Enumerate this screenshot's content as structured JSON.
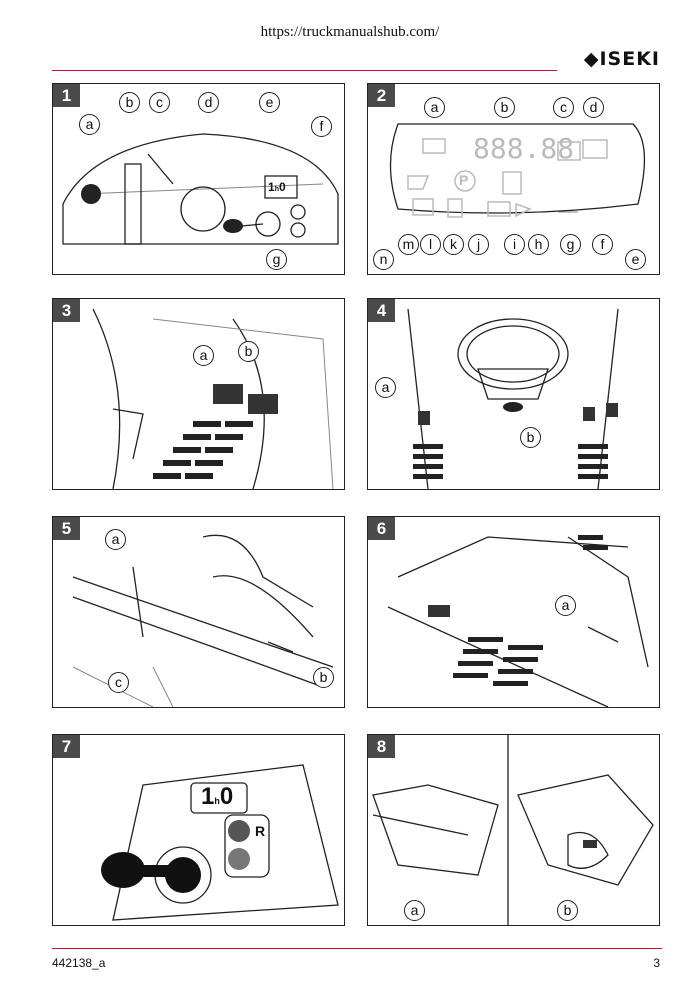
{
  "header": {
    "url": "https://truckmanualshub.com/",
    "brand": "ISEKI"
  },
  "panels": [
    {
      "number": "1",
      "labels": [
        "a",
        "b",
        "c",
        "d",
        "e",
        "f",
        "g"
      ],
      "counter": "1",
      "counter_unit": "h",
      "counter_digit": "0"
    },
    {
      "number": "2",
      "labels": [
        "a",
        "b",
        "c",
        "d",
        "n",
        "m",
        "l",
        "k",
        "j",
        "i",
        "h",
        "g",
        "f",
        "e"
      ],
      "display_digits": "888.88"
    },
    {
      "number": "3",
      "labels": [
        "a",
        "b"
      ]
    },
    {
      "number": "4",
      "labels": [
        "a",
        "b"
      ]
    },
    {
      "number": "5",
      "labels": [
        "a",
        "b",
        "c"
      ]
    },
    {
      "number": "6",
      "labels": [
        "a"
      ]
    },
    {
      "number": "7",
      "labels": [],
      "counter": "1",
      "counter_unit": "h",
      "counter_digit": "0",
      "switch_letter": "R"
    },
    {
      "number": "8",
      "labels": [
        "a",
        "b"
      ]
    }
  ],
  "footer": {
    "doc_number": "442138_a",
    "page_number": "3"
  }
}
